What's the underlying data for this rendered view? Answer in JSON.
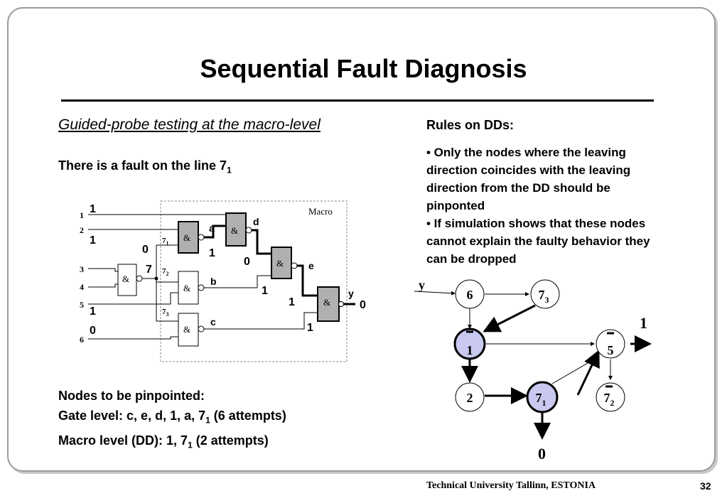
{
  "slide": {
    "title": "Sequential Fault Diagnosis",
    "subtitle": "Guided-probe testing at the macro-level",
    "fault_text": "There is a fault on the line 7",
    "fault_sub": "1",
    "rules_title": "Rules on DDs:",
    "rules": [
      "• Only the nodes  where the leaving direction  coincides with the leaving direction from the DD should be pinponted",
      "•  If simulation shows that these nodes cannot explain the faulty behavior they can be dropped"
    ],
    "nodes_heading": "Nodes to be pinpointed:",
    "gate_level_text": "Gate level: c, e, d, 1, a, 7",
    "gate_level_sub": "1",
    "gate_level_tail": " (6 attempts)",
    "macro_level_text": "Macro level (DD): 1, 7",
    "macro_level_sub": "1",
    "macro_level_tail": " (2 attempts)",
    "footer": "Technical University Tallinn, ESTONIA",
    "page_number": "32"
  },
  "circuit": {
    "macro_label": "Macro",
    "gate_symbol": "&",
    "inputs": [
      "1",
      "2",
      "3",
      "4",
      "5",
      "6"
    ],
    "branch_labels": {
      "main": "7",
      "b1": "7",
      "b1_sub": "1",
      "b2": "7",
      "b2_sub": "2",
      "b3": "7",
      "b3_sub": "3"
    },
    "signal_names": {
      "a": "a",
      "b": "b",
      "c": "c",
      "d": "d",
      "e": "e",
      "y": "y"
    },
    "values": {
      "in1": "1",
      "in2": "1",
      "line7": "0",
      "line7_tap": "7",
      "a": "1",
      "d_in": "0",
      "b": "1",
      "e_in": "1",
      "c": "1",
      "in5": "1",
      "in6": "0",
      "y": "0"
    }
  },
  "dd": {
    "input_label": "y",
    "nodes": {
      "n6": "6",
      "n73": "7",
      "n73_sub": "3",
      "n1": "1",
      "n5": "5",
      "n2": "2",
      "n71": "7",
      "n71_sub": "1",
      "n72": "7",
      "n72_sub": "2"
    },
    "terminal_right": "1",
    "terminal_bottom": "0",
    "highlight_color": "#c8c8f0"
  }
}
